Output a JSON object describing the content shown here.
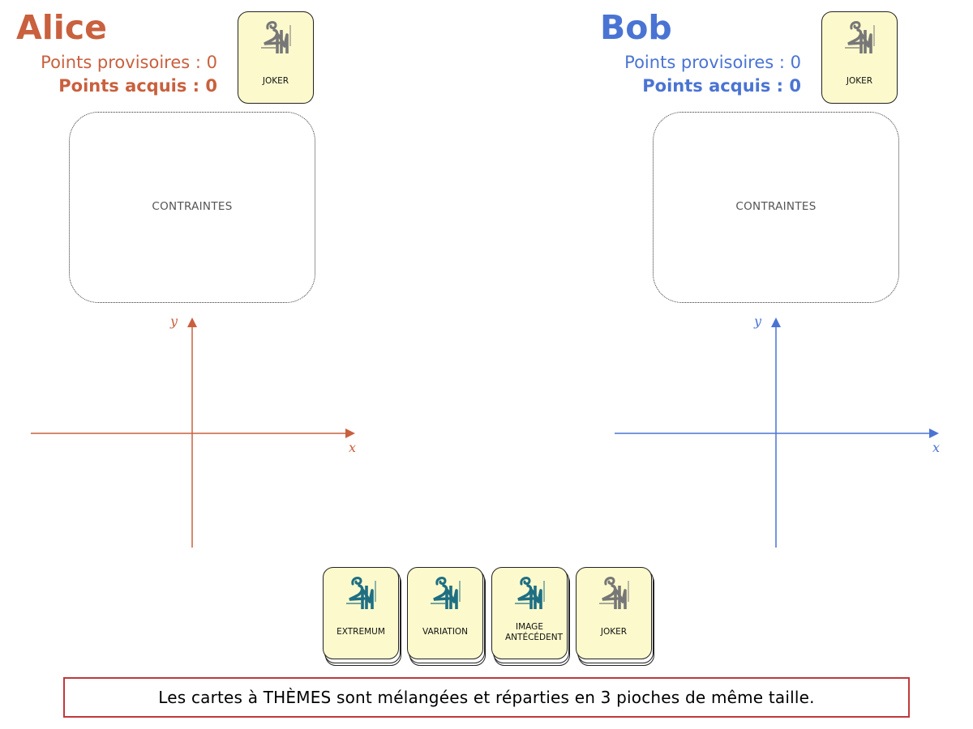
{
  "players": [
    {
      "name": "Alice",
      "color": "#c9603e",
      "provisional_label": "Points provisoires : 0",
      "acquired_label": "Points acquis : 0",
      "joker_label": "JOKER",
      "constraints_label": "CONTRAINTES",
      "axis_x": "x",
      "axis_y": "y"
    },
    {
      "name": "Bob",
      "color": "#4a74d3",
      "provisional_label": "Points provisoires : 0",
      "acquired_label": "Points acquis : 0",
      "joker_label": "JOKER",
      "constraints_label": "CONTRAINTES",
      "axis_x": "x",
      "axis_y": "y"
    }
  ],
  "decks": [
    {
      "label": "EXTREMUM",
      "logo_color": "#1f6f83"
    },
    {
      "label": "VARIATION",
      "logo_color": "#1f6f83"
    },
    {
      "label": "IMAGE ANTÉCÉDENT",
      "logo_color": "#1f6f83"
    },
    {
      "label": "JOKER",
      "logo_color": "#777777"
    }
  ],
  "instruction": "Les cartes à THÈMES sont mélangées et réparties en 3 pioches de même taille.",
  "colors": {
    "card_bg": "#fcfacd",
    "caption_border": "#c0393b",
    "joker_logo": "#777777"
  }
}
